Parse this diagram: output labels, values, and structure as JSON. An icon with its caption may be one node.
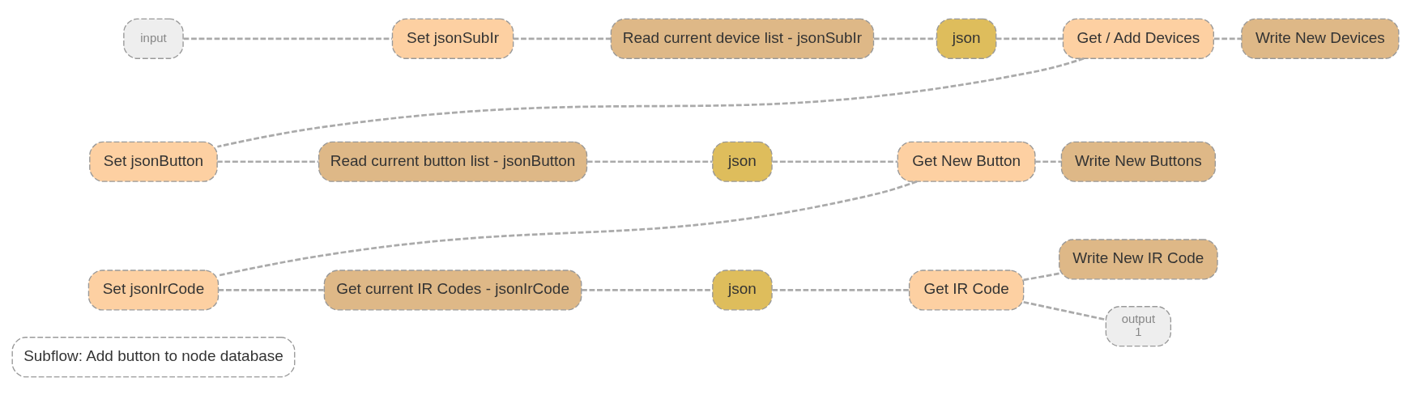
{
  "diagram": {
    "nodes": [
      {
        "text": [
          "Subflow: Add button to node database"
        ]
      },
      {
        "text": [
          "input"
        ]
      },
      {
        "text": [
          "Set jsonSubIr"
        ]
      },
      {
        "text": [
          "Read current device list - jsonSubIr"
        ]
      },
      {
        "text": [
          "json"
        ]
      },
      {
        "text": [
          "Get / Add Devices"
        ]
      },
      {
        "text": [
          "Write New Devices"
        ]
      },
      {
        "text": [
          "Set jsonButton"
        ]
      },
      {
        "text": [
          "Read current button list - jsonButton"
        ]
      },
      {
        "text": [
          "json"
        ]
      },
      {
        "text": [
          "Get New Button"
        ]
      },
      {
        "text": [
          "Write New Buttons"
        ]
      },
      {
        "text": [
          "Set jsonIrCode"
        ]
      },
      {
        "text": [
          "Get current IR Codes - jsonIrCode"
        ]
      },
      {
        "text": [
          "json"
        ]
      },
      {
        "text": [
          "Get IR Code"
        ]
      },
      {
        "text": [
          "Write New IR Code"
        ]
      },
      {
        "text": [
          "output",
          "1"
        ]
      }
    ],
    "edges": [
      {
        "from": 1,
        "to": 2,
        "arrow": "none",
        "style": "dashed"
      },
      {
        "from": 2,
        "to": 3,
        "arrow": "none",
        "style": "dashed"
      },
      {
        "from": 3,
        "to": 4,
        "arrow": "none",
        "style": "dashed"
      },
      {
        "from": 4,
        "to": 5,
        "arrow": "none",
        "style": "dashed"
      },
      {
        "from": 5,
        "to": 6,
        "arrow": "none",
        "style": "dashed"
      },
      {
        "from": 5,
        "to": 7,
        "arrow": "none",
        "style": "dashed"
      },
      {
        "from": 7,
        "to": 8,
        "arrow": "none",
        "style": "dashed"
      },
      {
        "from": 8,
        "to": 9,
        "arrow": "none",
        "style": "dashed"
      },
      {
        "from": 9,
        "to": 10,
        "arrow": "none",
        "style": "dashed"
      },
      {
        "from": 10,
        "to": 11,
        "arrow": "none",
        "style": "dashed"
      },
      {
        "from": 10,
        "to": 12,
        "arrow": "none",
        "style": "dashed"
      },
      {
        "from": 12,
        "to": 13,
        "arrow": "none",
        "style": "dashed"
      },
      {
        "from": 13,
        "to": 14,
        "arrow": "none",
        "style": "dashed"
      },
      {
        "from": 14,
        "to": 15,
        "arrow": "none",
        "style": "dashed"
      },
      {
        "from": 15,
        "to": 16,
        "arrow": "none",
        "style": "dashed"
      },
      {
        "from": 15,
        "to": 17,
        "arrow": "none",
        "style": "dashed"
      }
    ]
  }
}
